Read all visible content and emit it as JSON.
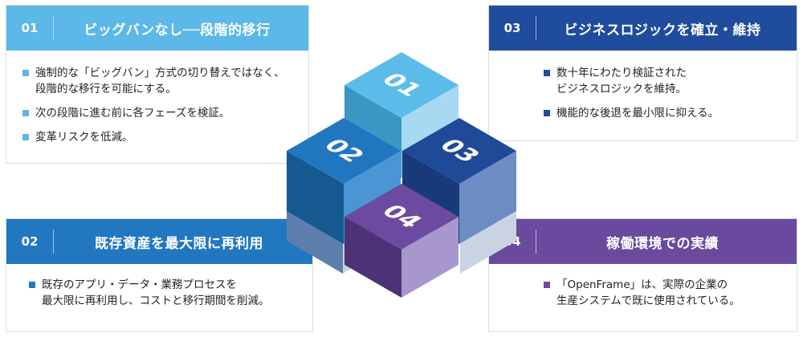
{
  "cards": [
    {
      "number": "01",
      "title": "ビッグバンなし──段階的移行",
      "color": "#5bb8e8",
      "bullet_color": "#5bb8e8",
      "items": [
        "強制的な「ビッグバン」方式の切り替えではなく、\n段階的な移行を可能にする。",
        "次の段階に進む前に各フェーズを検証。",
        "変革リスクを低減。"
      ]
    },
    {
      "number": "02",
      "title": "既存資産を最大限に再利用",
      "color": "#2278c0",
      "bullet_color": "#2278c0",
      "items": [
        "既存のアプリ・データ・業務プロセスを\n最大限に再利用し、コストと移行期間を削減。"
      ]
    },
    {
      "number": "03",
      "title": "ビジネスロジックを確立・維持",
      "color": "#1f4c9c",
      "bullet_color": "#1f4c9c",
      "items": [
        "数十年にわたり検証された\nビジネスロジックを維持。",
        "機能的な後退を最小限に抑える。"
      ]
    },
    {
      "number": "04",
      "title": "稼働環境での実績",
      "color": "#6a4a9e",
      "bullet_color": "#6a4a9e",
      "items": [
        "「OpenFrame」は、実際の企業の\n生産システムで既に使用されている。"
      ]
    }
  ],
  "cubes": [
    {
      "label": "01",
      "top": "#5bbce9",
      "left": "#3c96c4",
      "right": "#a8d9f3"
    },
    {
      "label": "02",
      "top": "#2176c0",
      "left": "#165890",
      "right": "#4a95d3"
    },
    {
      "label": "03",
      "top": "#1e4a98",
      "left": "#183a78",
      "right": "#6d8cc4"
    },
    {
      "label": "04",
      "top": "#6b4a9f",
      "left": "#4c3378",
      "right": "#a897cc"
    }
  ],
  "ghost_cube": {
    "top": "#eef1f6",
    "left": "#5c7fae",
    "right": "#c9d3e4"
  }
}
